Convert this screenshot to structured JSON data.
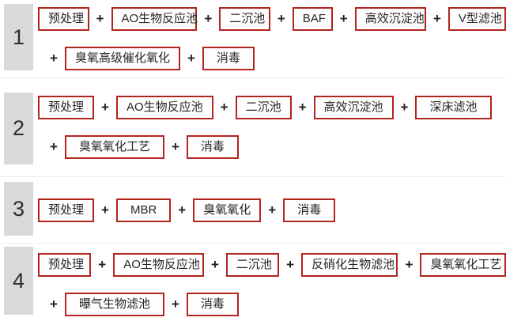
{
  "diagram": {
    "description": "Wastewater treatment process combination schemes",
    "plus_sign": "+",
    "rows": [
      {
        "number": "1",
        "lines": [
          [
            {
              "label": "预处理"
            },
            {
              "label": "AO生物反应池"
            },
            {
              "label": "二沉池"
            },
            {
              "label": "BAF"
            },
            {
              "label": "高效沉淀池"
            },
            {
              "label": "V型滤池"
            }
          ],
          [
            {
              "label": "臭氧高级催化氧化"
            },
            {
              "label": "消毒",
              "wide": true
            }
          ]
        ]
      },
      {
        "number": "2",
        "lines": [
          [
            {
              "label": "预处理"
            },
            {
              "label": "AO生物反应池"
            },
            {
              "label": "二沉池"
            },
            {
              "label": "高效沉淀池"
            },
            {
              "label": "深床滤池",
              "wide": true
            }
          ],
          [
            {
              "label": "臭氧氧化工艺",
              "wide": true
            },
            {
              "label": "消毒",
              "wide": true
            }
          ]
        ]
      },
      {
        "number": "3",
        "lines": [
          [
            {
              "label": "预处理"
            },
            {
              "label": "MBR",
              "wide": true
            },
            {
              "label": "臭氧氧化"
            },
            {
              "label": "消毒",
              "wide": true
            }
          ]
        ]
      },
      {
        "number": "4",
        "lines": [
          [
            {
              "label": "预处理"
            },
            {
              "label": "AO生物反应池"
            },
            {
              "label": "二沉池"
            },
            {
              "label": "反硝化生物滤池"
            },
            {
              "label": "臭氧氧化工艺"
            }
          ],
          [
            {
              "label": "曝气生物滤池",
              "wide": true
            },
            {
              "label": "消毒",
              "wide": true
            }
          ]
        ]
      }
    ]
  },
  "colors": {
    "box_border": "#b3241c",
    "box_text": "#262626",
    "number_bg": "#d9d9d9",
    "number_text": "#2d2d2d",
    "plus_text": "#222222",
    "separator": "#ededed",
    "page_bg": "#ffffff"
  }
}
